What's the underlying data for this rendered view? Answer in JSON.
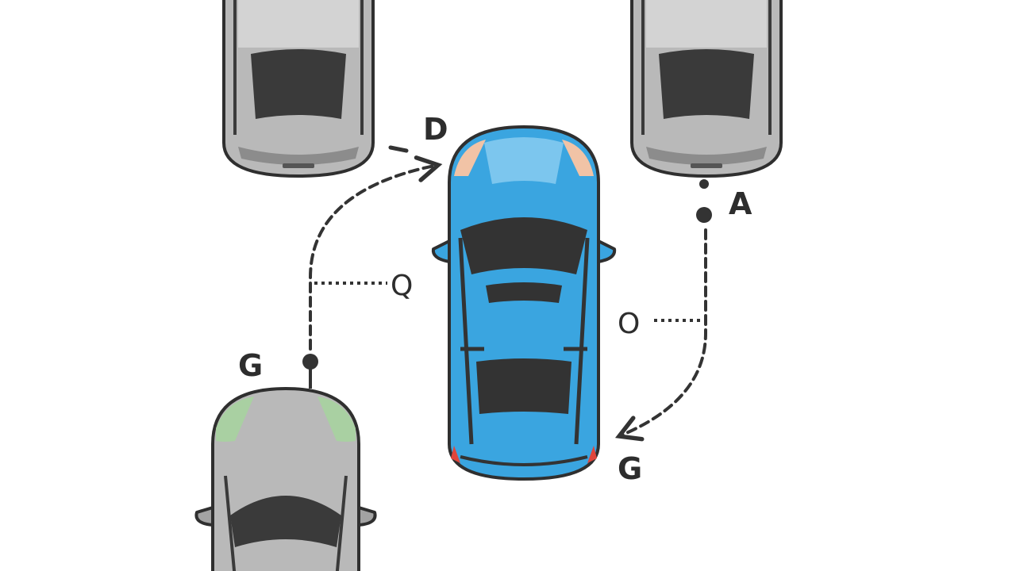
{
  "labels": {
    "d": "D",
    "a": "A",
    "g_left": "G",
    "g_right": "G",
    "q": "Q",
    "o": "O"
  },
  "colors": {
    "blue_car": "#3aa5e0",
    "gray_car": "#b9b9b9",
    "dark": "#333333",
    "headlight": "#f1c3a6",
    "green_headlight": "#9fc49b",
    "taillight": "#e0463c"
  }
}
